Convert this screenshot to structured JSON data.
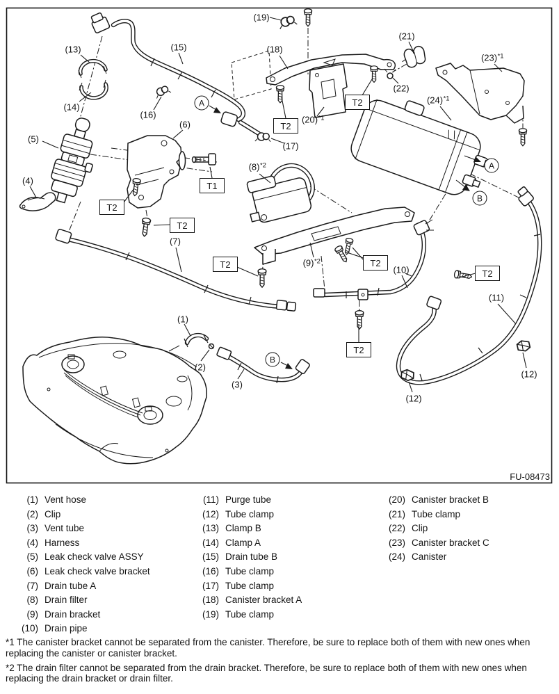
{
  "figure": {
    "code": "FU-08473",
    "torque_labels": {
      "t1": "T1",
      "t2": "T2"
    },
    "view_labels": {
      "a": "A",
      "b": "B"
    },
    "callouts": {
      "c1": "(1)",
      "c2": "(2)",
      "c3": "(3)",
      "c4": "(4)",
      "c5": "(5)",
      "c6": "(6)",
      "c7": "(7)",
      "c8": "(8)",
      "c8_sup": "*2",
      "c9": "(9)",
      "c9_sup": "*2",
      "c10": "(10)",
      "c11": "(11)",
      "c12": "(12)",
      "c13": "(13)",
      "c14": "(14)",
      "c15": "(15)",
      "c16": "(16)",
      "c17": "(17)",
      "c18": "(18)",
      "c19": "(19)",
      "c20": "(20)",
      "c20_sup": "*1",
      "c21": "(21)",
      "c22": "(22)",
      "c23": "(23)",
      "c23_sup": "*1",
      "c24": "(24)",
      "c24_sup": "*1"
    }
  },
  "parts_list": {
    "col1": [
      {
        "num": "(1)",
        "name": "Vent hose"
      },
      {
        "num": "(2)",
        "name": "Clip"
      },
      {
        "num": "(3)",
        "name": "Vent tube"
      },
      {
        "num": "(4)",
        "name": "Harness"
      },
      {
        "num": "(5)",
        "name": "Leak check valve ASSY"
      },
      {
        "num": "(6)",
        "name": "Leak check valve bracket"
      },
      {
        "num": "(7)",
        "name": "Drain tube A"
      },
      {
        "num": "(8)",
        "name": "Drain filter"
      },
      {
        "num": "(9)",
        "name": "Drain bracket"
      },
      {
        "num": "(10)",
        "name": "Drain pipe"
      }
    ],
    "col2": [
      {
        "num": "(11)",
        "name": "Purge tube"
      },
      {
        "num": "(12)",
        "name": "Tube clamp"
      },
      {
        "num": "(13)",
        "name": "Clamp B"
      },
      {
        "num": "(14)",
        "name": "Clamp A"
      },
      {
        "num": "(15)",
        "name": "Drain tube B"
      },
      {
        "num": "(16)",
        "name": "Tube clamp"
      },
      {
        "num": "(17)",
        "name": "Tube clamp"
      },
      {
        "num": "(18)",
        "name": "Canister bracket A"
      },
      {
        "num": "(19)",
        "name": "Tube clamp"
      }
    ],
    "col3": [
      {
        "num": "(20)",
        "name": "Canister bracket B"
      },
      {
        "num": "(21)",
        "name": "Tube clamp"
      },
      {
        "num": "(22)",
        "name": "Clip"
      },
      {
        "num": "(23)",
        "name": "Canister bracket C"
      },
      {
        "num": "(24)",
        "name": "Canister"
      }
    ]
  },
  "footnotes": [
    "*1 The canister bracket cannot be separated from the canister. Therefore, be sure to replace both of them with new ones when\nreplacing the canister or canister bracket.",
    "*2 The drain filter cannot be separated from the drain bracket. Therefore, be sure to replace both of them with new ones when\nreplacing the drain bracket or drain filter."
  ]
}
